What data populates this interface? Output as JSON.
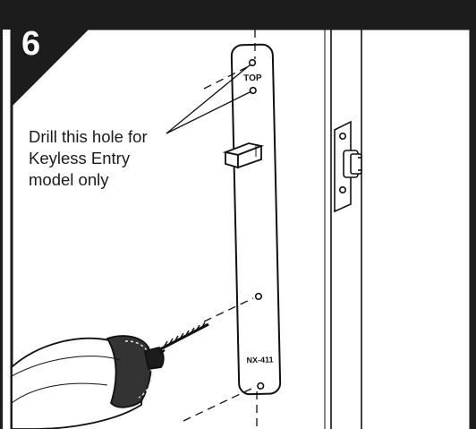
{
  "step_number": "6",
  "callout": {
    "line1": "Drill this hole for",
    "line2": "Keyless Entry",
    "line3": "model only"
  },
  "plate": {
    "top_label": "TOP",
    "model_label": "NX-411"
  },
  "colors": {
    "frame": "#1c1c1c",
    "line": "#111111",
    "background": "#ffffff"
  },
  "icons": [
    "power-drill",
    "wood-screw",
    "strike-plate",
    "door-latch",
    "door-jamb"
  ]
}
